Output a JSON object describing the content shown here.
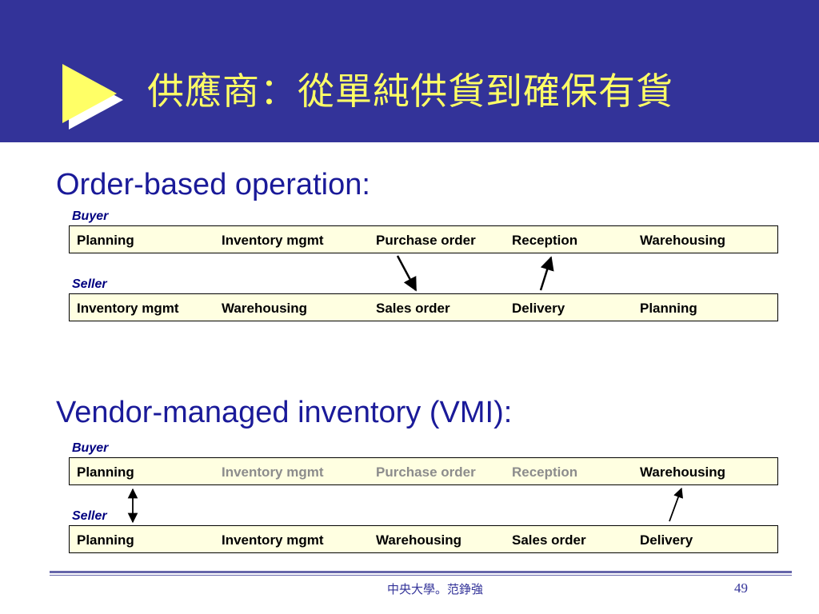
{
  "slide": {
    "title": "供應商：從單純供貨到確保有貨",
    "colors": {
      "header_bg": "#333399",
      "title": "#ffff66",
      "row_bg": "#ffffe1",
      "muted_step": "#8c8c8c"
    },
    "icon": "play-arrow-icon"
  },
  "order_based": {
    "title": "Order-based operation:",
    "buyer": {
      "label": "Buyer",
      "steps": [
        "Planning",
        "Inventory mgmt",
        "Purchase order",
        "Reception",
        "Warehousing"
      ]
    },
    "seller": {
      "label": "Seller",
      "steps": [
        "Inventory mgmt",
        "Warehousing",
        "Sales order",
        "Delivery",
        "Planning"
      ]
    }
  },
  "vmi": {
    "title": "Vendor-managed inventory (VMI):",
    "buyer": {
      "label": "Buyer",
      "steps": [
        "Planning",
        "Inventory mgmt",
        "Purchase order",
        "Reception",
        "Warehousing"
      ],
      "muted": [
        false,
        true,
        true,
        true,
        false
      ]
    },
    "seller": {
      "label": "Seller",
      "steps": [
        "Planning",
        "Inventory mgmt",
        "Warehousing",
        "Sales order",
        "Delivery"
      ]
    }
  },
  "footer": {
    "author": "中央大學。范錚強",
    "page_number": "49"
  }
}
